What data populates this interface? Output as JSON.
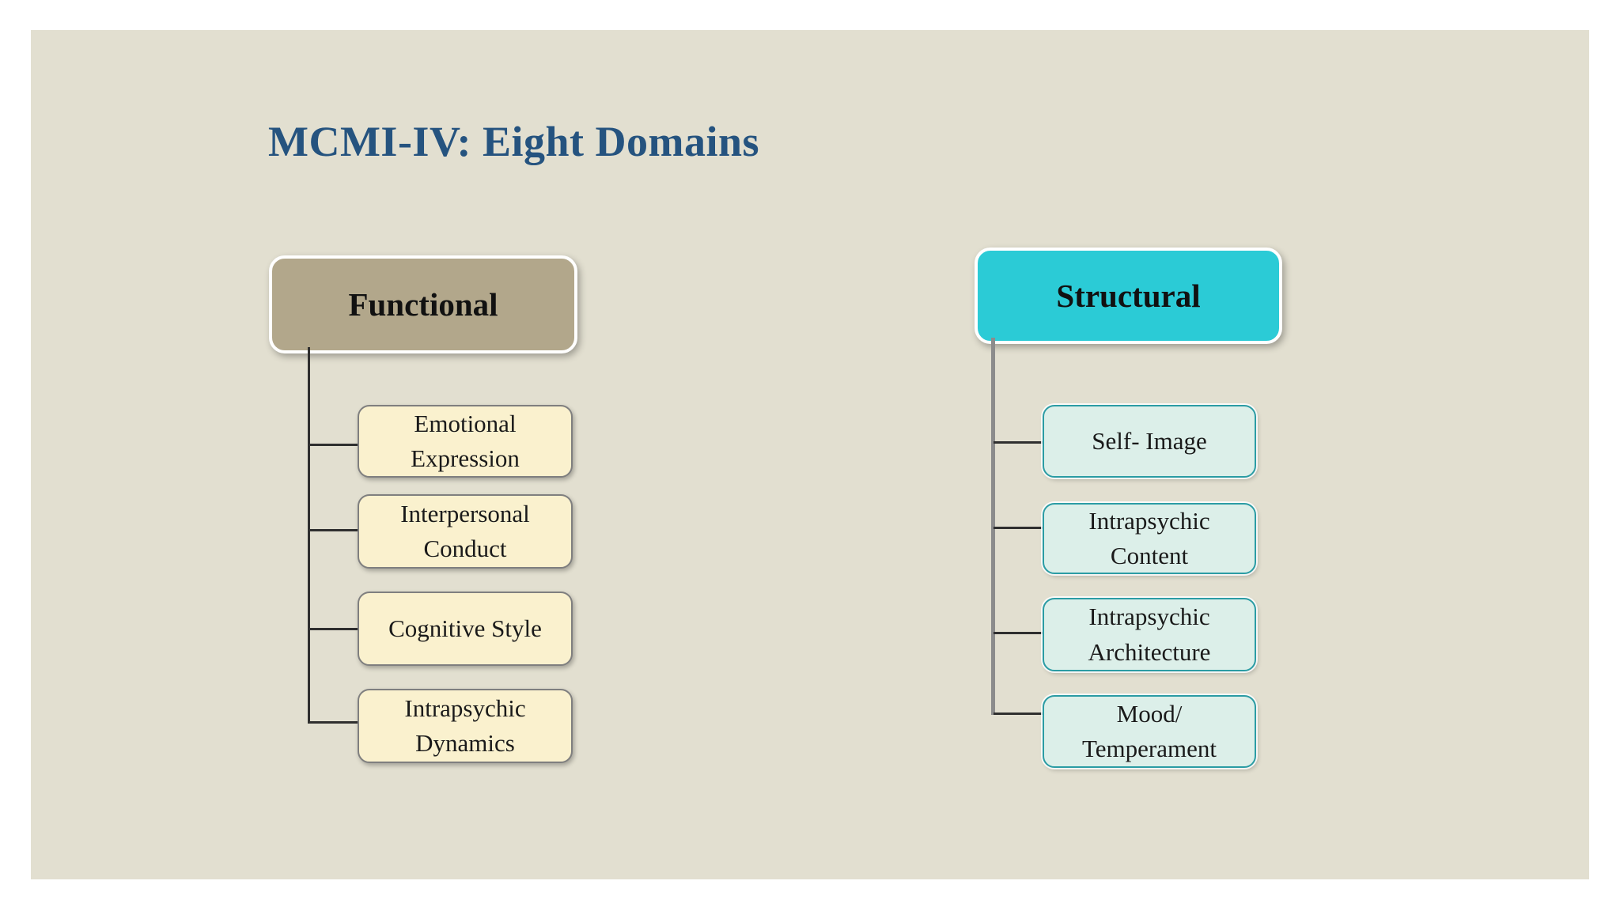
{
  "title": "MCMI-IV: Eight Domains",
  "colors": {
    "page_bg": "#ffffff",
    "slide_bg": "#e2dfd0",
    "title_text": "#25537f",
    "functional_fill": "#b2a78b",
    "functional_child_fill": "#faf1ce",
    "functional_child_border": "#7f7f7f",
    "structural_fill": "#2bcbd6",
    "structural_child_fill": "#dcefe9",
    "structural_child_border": "#2b9ca4",
    "connector_left": "#2f2f2f",
    "connector_right": "#8c8c8c"
  },
  "tree": {
    "functional": {
      "label": "Functional",
      "children": [
        {
          "label": "Emotional\nExpression"
        },
        {
          "label": "Interpersonal\nConduct"
        },
        {
          "label": "Cognitive Style"
        },
        {
          "label": "Intrapsychic\nDynamics"
        }
      ]
    },
    "structural": {
      "label": "Structural",
      "children": [
        {
          "label": "Self- Image"
        },
        {
          "label": "Intrapsychic\nContent"
        },
        {
          "label": "Intrapsychic\nArchitecture"
        },
        {
          "label": "Mood/\nTemperament"
        }
      ]
    }
  }
}
